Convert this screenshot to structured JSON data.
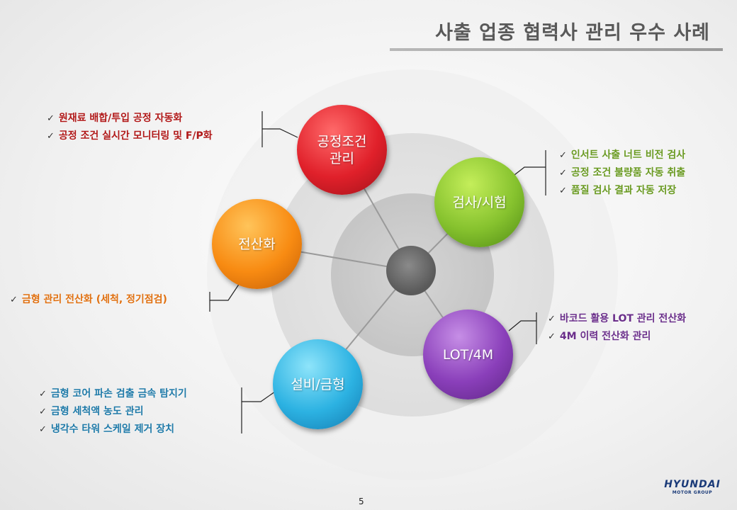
{
  "slide": {
    "title": "사출 업종 협력사 관리 우수 사례",
    "page_number": "5"
  },
  "logo": {
    "mark": "HYUNDAI",
    "sub": "MOTOR GROUP"
  },
  "check_glyph": "✓",
  "nodes": {
    "process": "공정조건\n관리",
    "inspection": "검사/시험",
    "computerization": "전산화",
    "lot": "LOT/4M",
    "equipment": "설비/금형"
  },
  "callouts": {
    "process": [
      "원재료 배합/투입 공정 자동화",
      "공정 조건 실시간 모니터링 및 F/P화"
    ],
    "inspection": [
      "인서트 사출 너트 비전 검사",
      "공정 조건 불량품 자동 취출",
      "품질 검사 결과 자동 저장"
    ],
    "computerization": [
      "금형 관리 전산화 (세척, 정기점검)"
    ],
    "lot": [
      "바코드 활용 LOT 관리 전산화",
      "4M 이력 전산화 관리"
    ],
    "equipment": [
      "금형 코어 파손 검출 금속 탐지기",
      "금형 세척액 농도 관리",
      "냉각수 타워 스케일 제거 장치"
    ]
  },
  "colors": {
    "process": "#e0202a",
    "inspection": "#86c22e",
    "computerization": "#f88b12",
    "lot": "#8a3fba",
    "equipment": "#2cb2e2",
    "hub": "#6b6b6b"
  }
}
